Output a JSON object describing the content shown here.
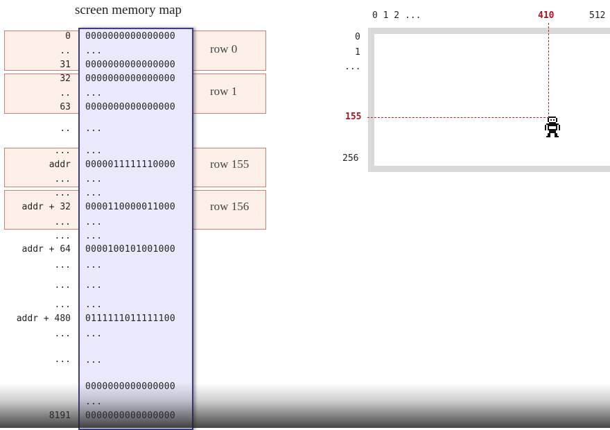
{
  "memory_map": {
    "title": "screen memory map",
    "rows": [
      {
        "addr": "0",
        "bits": "0000000000000000",
        "y": 0
      },
      {
        "addr": "..",
        "bits": "...",
        "y": 0
      },
      {
        "addr": "31",
        "bits": "0000000000000000",
        "y": 0
      },
      {
        "addr": "32",
        "bits": "0000000000000000",
        "y": 0
      },
      {
        "addr": "..",
        "bits": "...",
        "y": 0
      },
      {
        "addr": "63",
        "bits": "0000000000000000",
        "y": 0
      },
      {
        "addr": "..",
        "bits": "...",
        "y": 0
      },
      {
        "addr": "...",
        "bits": "...",
        "y": 0
      },
      {
        "addr": "addr",
        "bits": "0000011111110000",
        "y": 0
      },
      {
        "addr": "...",
        "bits": "...",
        "y": 0
      },
      {
        "addr": "...",
        "bits": "...",
        "y": 0
      },
      {
        "addr": "addr + 32",
        "bits": "0000110000011000",
        "y": 0
      },
      {
        "addr": "...",
        "bits": "...",
        "y": 0
      },
      {
        "addr": "...",
        "bits": "...",
        "y": 0
      },
      {
        "addr": "addr + 64",
        "bits": "0000100101001000",
        "y": 0
      },
      {
        "addr": "...",
        "bits": "...",
        "y": 0
      },
      {
        "addr": "...",
        "bits": "...",
        "y": 0
      },
      {
        "addr": "...",
        "bits": "...",
        "y": 0
      },
      {
        "addr": "addr + 480",
        "bits": "0111111011111100",
        "y": 0
      },
      {
        "addr": "...",
        "bits": "...",
        "y": 0
      },
      {
        "addr": "...",
        "bits": "...",
        "y": 0
      },
      {
        "addr": "",
        "bits": "0000000000000000",
        "y": 0
      },
      {
        "addr": "",
        "bits": "...",
        "y": 0
      },
      {
        "addr": "8191",
        "bits": "0000000000000000",
        "y": 0
      }
    ],
    "row_groups": [
      {
        "label": "row 0"
      },
      {
        "label": "row 1"
      },
      {
        "label": "row 155"
      },
      {
        "label": "row 156"
      }
    ]
  },
  "screen": {
    "col_labels": [
      "0 1 2 ...",
      "410",
      "512"
    ],
    "row_labels": [
      "0",
      "1",
      "...",
      "155",
      "256"
    ],
    "highlight_col": "410",
    "highlight_row": "155",
    "highlight_color": "#a31622",
    "frame_color": "#d9d9d9",
    "sprite": "pixel-character-icon"
  }
}
